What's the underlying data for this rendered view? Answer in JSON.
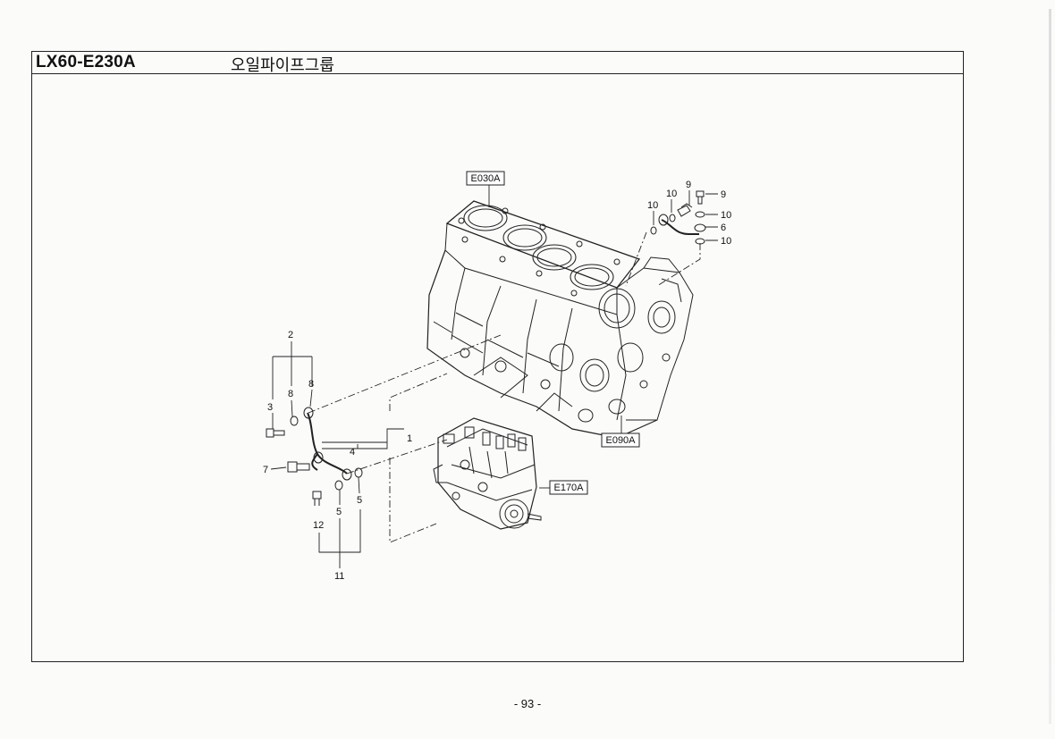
{
  "header": {
    "model_code": "LX60-E230A",
    "group_title": "오일파이프그룹"
  },
  "references": {
    "block": "E030A",
    "front": "E090A",
    "pump": "E170A"
  },
  "callouts": [
    "1",
    "2",
    "3",
    "4",
    "5",
    "5",
    "6",
    "7",
    "8",
    "8",
    "9",
    "9",
    "10",
    "10",
    "10",
    "10",
    "11",
    "12"
  ],
  "footer": {
    "page": "- 93 -"
  }
}
